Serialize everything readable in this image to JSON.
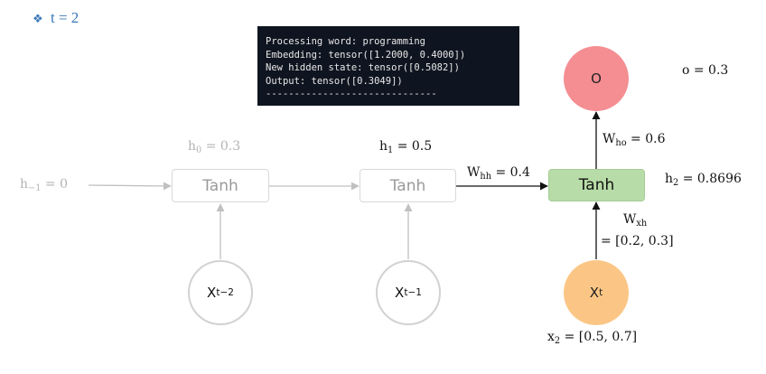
{
  "header": {
    "bullet": "❖",
    "title": "t = 2"
  },
  "console": {
    "lines": [
      "Processing word: programming",
      "Embedding: tensor([1.2000, 0.4000])",
      "New hidden state: tensor([0.5082])",
      "Output: tensor([0.3049])",
      "------------------------------"
    ]
  },
  "diagram": {
    "h_minus1": {
      "base": "h",
      "sub": "−1",
      "rest": " = 0"
    },
    "h0": {
      "base": "h",
      "sub": "0",
      "rest": " = 0.3"
    },
    "h1": {
      "base": "h",
      "sub": "1",
      "rest": " = 0.5"
    },
    "h2": {
      "base": "h",
      "sub": "2",
      "rest": " = 0.8696"
    },
    "cells": [
      "Tanh",
      "Tanh",
      "Tanh"
    ],
    "inputs": [
      {
        "base": "X",
        "sub": "t−2"
      },
      {
        "base": "X",
        "sub": "t−1"
      },
      {
        "base": "X",
        "sub": "t"
      }
    ],
    "output_node": "O",
    "output_value": "o = 0.3",
    "w_hh": {
      "base": "W",
      "sub": "hh",
      "rest": " = 0.4"
    },
    "w_ho": {
      "base": "W",
      "sub": "ho",
      "rest": " = 0.6"
    },
    "w_xh": {
      "base": "W",
      "sub": "xh",
      "rest": "= [0.2, 0.3]"
    },
    "x2": {
      "base": "x",
      "sub": "2",
      "rest": " = [0.5, 0.7]"
    },
    "colors": {
      "heading": "#3a78b8",
      "active_cell": "#b8dca8",
      "output_node": "#f48e92",
      "input_node": "#fbc685",
      "faded": "#c8c8c8"
    }
  }
}
